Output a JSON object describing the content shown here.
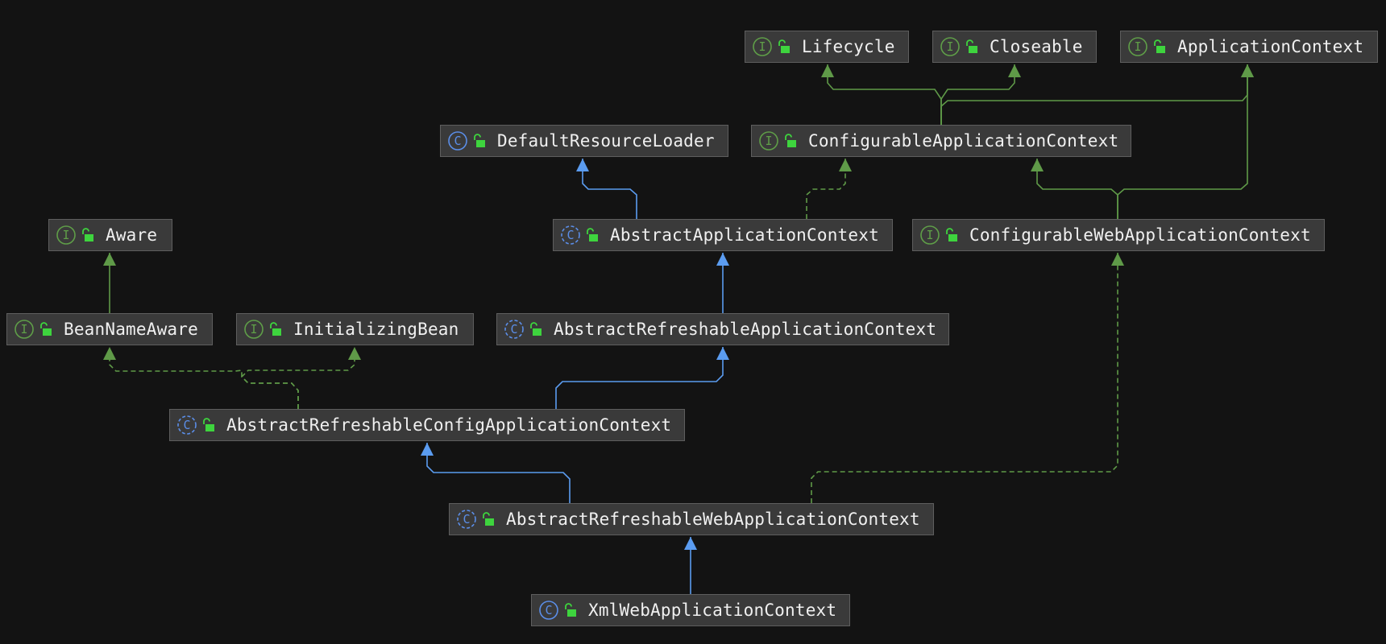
{
  "colors": {
    "background": "#131313",
    "node_fill": "#3a3a3a",
    "node_border": "#5e5e5e",
    "text": "#f0f0f0",
    "interface_icon": "#5f9e48",
    "class_icon": "#5b8ee8",
    "lock_icon": "#3ed43e",
    "extends_edge": "#5b9cf0",
    "interface_edge": "#5f9a48"
  },
  "nodes": [
    {
      "id": "lifecycle",
      "label": "Lifecycle",
      "kind": "interface",
      "icon": "interface-icon"
    },
    {
      "id": "closeable",
      "label": "Closeable",
      "kind": "interface",
      "icon": "interface-icon"
    },
    {
      "id": "application-context",
      "label": "ApplicationContext",
      "kind": "interface",
      "icon": "interface-icon"
    },
    {
      "id": "default-resource-loader",
      "label": "DefaultResourceLoader",
      "kind": "class",
      "icon": "class-icon"
    },
    {
      "id": "configurable-application-context",
      "label": "ConfigurableApplicationContext",
      "kind": "interface",
      "icon": "interface-icon"
    },
    {
      "id": "aware",
      "label": "Aware",
      "kind": "interface",
      "icon": "interface-icon"
    },
    {
      "id": "abstract-application-context",
      "label": "AbstractApplicationContext",
      "kind": "abstract-class",
      "icon": "abstract-class-icon"
    },
    {
      "id": "configurable-web-application-context",
      "label": "ConfigurableWebApplicationContext",
      "kind": "interface",
      "icon": "interface-icon"
    },
    {
      "id": "bean-name-aware",
      "label": "BeanNameAware",
      "kind": "interface",
      "icon": "interface-icon"
    },
    {
      "id": "initializing-bean",
      "label": "InitializingBean",
      "kind": "interface",
      "icon": "interface-icon"
    },
    {
      "id": "abstract-refreshable-application-context",
      "label": "AbstractRefreshableApplicationContext",
      "kind": "abstract-class",
      "icon": "abstract-class-icon"
    },
    {
      "id": "abstract-refreshable-config-application-context",
      "label": "AbstractRefreshableConfigApplicationContext",
      "kind": "abstract-class",
      "icon": "abstract-class-icon"
    },
    {
      "id": "abstract-refreshable-web-application-context",
      "label": "AbstractRefreshableWebApplicationContext",
      "kind": "abstract-class",
      "icon": "abstract-class-icon"
    },
    {
      "id": "xml-web-application-context",
      "label": "XmlWebApplicationContext",
      "kind": "class",
      "icon": "class-icon"
    }
  ],
  "edges": [
    {
      "id": "cac-lifecycle",
      "from": "configurable-application-context",
      "to": "lifecycle",
      "type": "interface-extends"
    },
    {
      "id": "cac-closeable",
      "from": "configurable-application-context",
      "to": "closeable",
      "type": "interface-extends"
    },
    {
      "id": "cac-application-context",
      "from": "configurable-application-context",
      "to": "application-context",
      "type": "interface-extends"
    },
    {
      "id": "aac-default-resource-loader",
      "from": "abstract-application-context",
      "to": "default-resource-loader",
      "type": "extends"
    },
    {
      "id": "aac-cac",
      "from": "abstract-application-context",
      "to": "configurable-application-context",
      "type": "implements"
    },
    {
      "id": "cwac-cac",
      "from": "configurable-web-application-context",
      "to": "configurable-application-context",
      "type": "interface-extends"
    },
    {
      "id": "cwac-application-context",
      "from": "configurable-web-application-context",
      "to": "application-context",
      "type": "interface-extends"
    },
    {
      "id": "bean-name-aware-aware",
      "from": "bean-name-aware",
      "to": "aware",
      "type": "interface-extends"
    },
    {
      "id": "arac-aac",
      "from": "abstract-refreshable-application-context",
      "to": "abstract-application-context",
      "type": "extends"
    },
    {
      "id": "arcac-bean-name-aware",
      "from": "abstract-refreshable-config-application-context",
      "to": "bean-name-aware",
      "type": "implements"
    },
    {
      "id": "arcac-initializing-bean",
      "from": "abstract-refreshable-config-application-context",
      "to": "initializing-bean",
      "type": "implements"
    },
    {
      "id": "arcac-arac",
      "from": "abstract-refreshable-config-application-context",
      "to": "abstract-refreshable-application-context",
      "type": "extends"
    },
    {
      "id": "arwac-arcac",
      "from": "abstract-refreshable-web-application-context",
      "to": "abstract-refreshable-config-application-context",
      "type": "extends"
    },
    {
      "id": "arwac-cwac",
      "from": "abstract-refreshable-web-application-context",
      "to": "configurable-web-application-context",
      "type": "implements"
    },
    {
      "id": "xwac-arwac",
      "from": "xml-web-application-context",
      "to": "abstract-refreshable-web-application-context",
      "type": "extends"
    }
  ]
}
